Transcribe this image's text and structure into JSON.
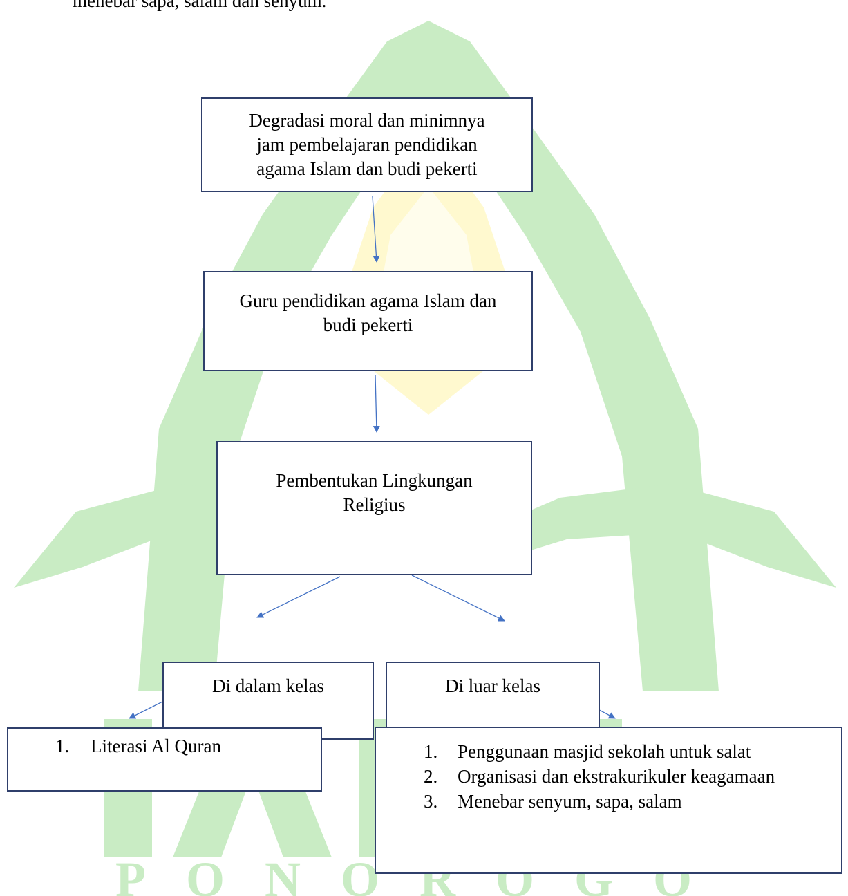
{
  "top_text": "menebar sapa, salam dan senyum.",
  "watermark": {
    "text": "PONOROGO",
    "colors": {
      "green": "#c9ecc4",
      "yellow": "#fff9cf"
    }
  },
  "colors": {
    "arrow": "#4472c4",
    "box_border": "#2f3f6b"
  },
  "boxes": {
    "problem": {
      "lines": [
        "Degradasi moral dan minimnya",
        "jam pembelajaran pendidikan",
        "agama Islam dan budi pekerti"
      ]
    },
    "teacher": {
      "lines": [
        "Guru pendidikan agama Islam dan",
        "budi pekerti"
      ]
    },
    "environment": {
      "lines": [
        "Pembentukan Lingkungan",
        "Religius"
      ]
    },
    "inside": {
      "label": "Di dalam kelas"
    },
    "outside": {
      "label": "Di luar kelas"
    },
    "inside_list": {
      "items": [
        {
          "num": "1.",
          "text": "Literasi Al Quran"
        }
      ]
    },
    "outside_list": {
      "items": [
        {
          "num": "1.",
          "text": "Penggunaan masjid sekolah untuk salat"
        },
        {
          "num": "2.",
          "text": "Organisasi dan ekstrakurikuler keagamaan"
        },
        {
          "num": "3.",
          "text": "Menebar senyum, sapa, salam"
        }
      ]
    }
  }
}
